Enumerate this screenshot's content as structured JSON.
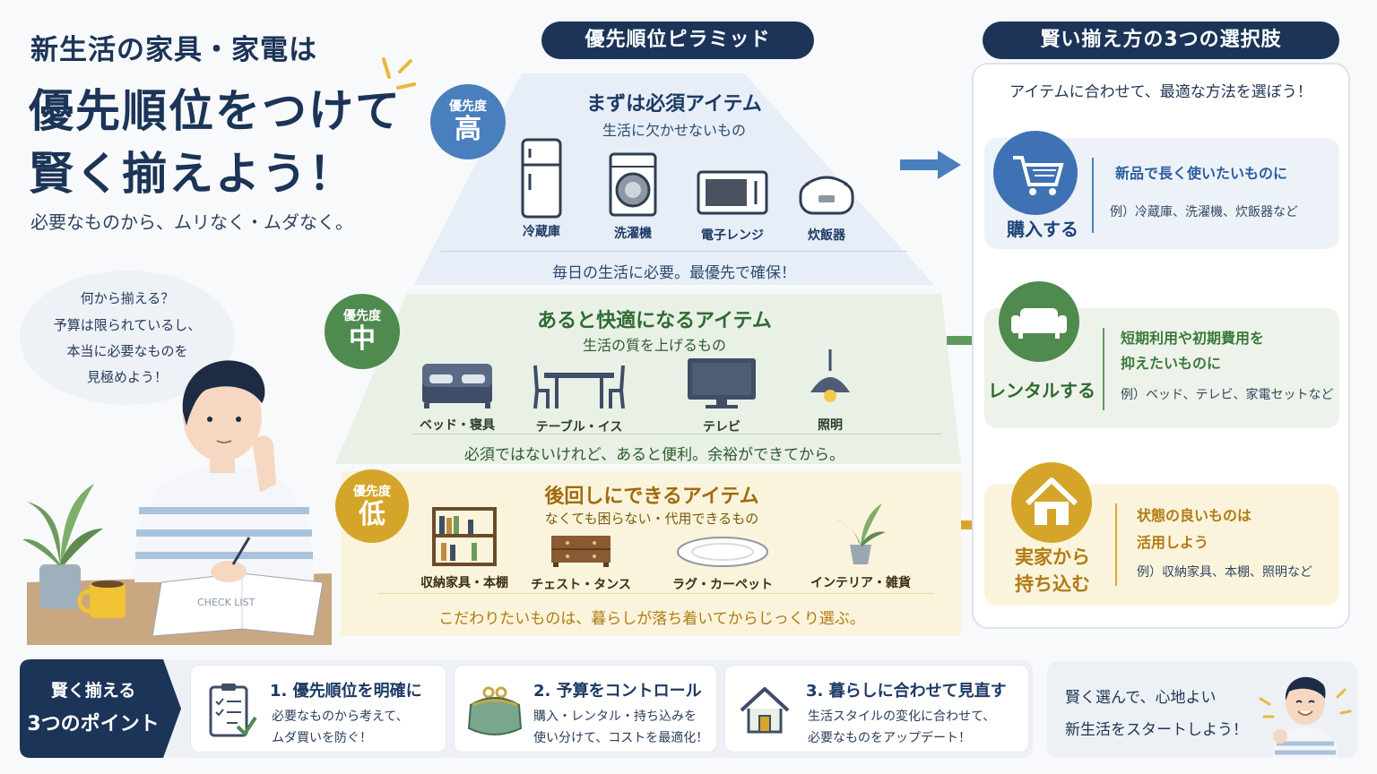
{
  "header": {
    "small": "新生活の家具・家電は",
    "big1": "優先順位をつけて",
    "big2": "賢く揃えよう！",
    "sub": "必要なものから、ムリなく・ムダなく。"
  },
  "bubble": {
    "lines": [
      "何から揃える？",
      "予算は限られているし、",
      "本当に必要なものを",
      "見極めよう！"
    ],
    "notebook": "CHECK LIST"
  },
  "pyramid": {
    "heading": "優先順位ピラミッド",
    "tiers": [
      {
        "badge_label": "優先度",
        "badge_level": "高",
        "title": "まずは必須アイテム",
        "sub": "生活に欠かせないもの",
        "items": [
          {
            "label": "冷蔵庫",
            "icon": "fridge-icon"
          },
          {
            "label": "洗濯機",
            "icon": "washing-machine-icon"
          },
          {
            "label": "電子レンジ",
            "icon": "microwave-icon"
          },
          {
            "label": "炊飯器",
            "icon": "rice-cooker-icon"
          }
        ],
        "footer": "毎日の生活に必要。最優先で確保！"
      },
      {
        "badge_label": "優先度",
        "badge_level": "中",
        "title": "あると快適になるアイテム",
        "sub": "生活の質を上げるもの",
        "items": [
          {
            "label": "ベッド・寝具",
            "icon": "bed-icon"
          },
          {
            "label": "テーブル・イス",
            "icon": "table-chairs-icon"
          },
          {
            "label": "テレビ",
            "icon": "tv-icon"
          },
          {
            "label": "照明",
            "icon": "pendant-lamp-icon"
          }
        ],
        "footer": "必須ではないけれど、あると便利。余裕ができてから。"
      },
      {
        "badge_label": "優先度",
        "badge_level": "低",
        "title": "後回しにできるアイテム",
        "sub": "なくても困らない・代用できるもの",
        "items": [
          {
            "label": "収納家具・本棚",
            "icon": "bookshelf-icon"
          },
          {
            "label": "チェスト・タンス",
            "icon": "chest-icon"
          },
          {
            "label": "ラグ・カーペット",
            "icon": "rug-icon"
          },
          {
            "label": "インテリア・雑貨",
            "icon": "plant-icon"
          }
        ],
        "footer": "こだわりたいものは、暮らしが落ち着いてからじっくり選ぶ。"
      }
    ]
  },
  "options": {
    "heading": "賢い揃え方の3つの選択肢",
    "intro": "アイテムに合わせて、最適な方法を選ぼう！",
    "items": [
      {
        "title": "購入する",
        "desc1": "新品で長く使いたいものに",
        "desc2": "",
        "example": "例）冷蔵庫、洗濯機、炊飯器など",
        "icon": "cart-icon"
      },
      {
        "title": "レンタルする",
        "desc1": "短期利用や初期費用を",
        "desc2": "抑えたいものに",
        "example": "例）ベッド、テレビ、家電セットなど",
        "icon": "sofa-icon"
      },
      {
        "title1": "実家から",
        "title2": "持ち込む",
        "desc1": "状態の良いものは",
        "desc2": "活用しよう",
        "example": "例）収納家具、本棚、照明など",
        "icon": "house-icon"
      }
    ]
  },
  "points": {
    "label1": "賢く揃える",
    "label2": "3つのポイント",
    "items": [
      {
        "title": "1. 優先順位を明確に",
        "d1": "必要なものから考えて、",
        "d2": "ムダ買いを防ぐ！",
        "icon": "checklist-icon"
      },
      {
        "title": "2. 予算をコントロール",
        "d1": "購入・レンタル・持ち込みを",
        "d2": "使い分けて、コストを最適化！",
        "icon": "purse-icon"
      },
      {
        "title": "3. 暮らしに合わせて見直す",
        "d1": "生活スタイルの変化に合わせて、",
        "d2": "必要なものをアップデート！",
        "icon": "home-icon"
      }
    ]
  },
  "closing": {
    "line1": "賢く選んで、心地よい",
    "line2": "新生活をスタートしよう！"
  },
  "colors": {
    "navy": "#1b3458",
    "high": "#4a7fbe",
    "mid": "#4f8a4f",
    "low": "#d5a52a"
  }
}
